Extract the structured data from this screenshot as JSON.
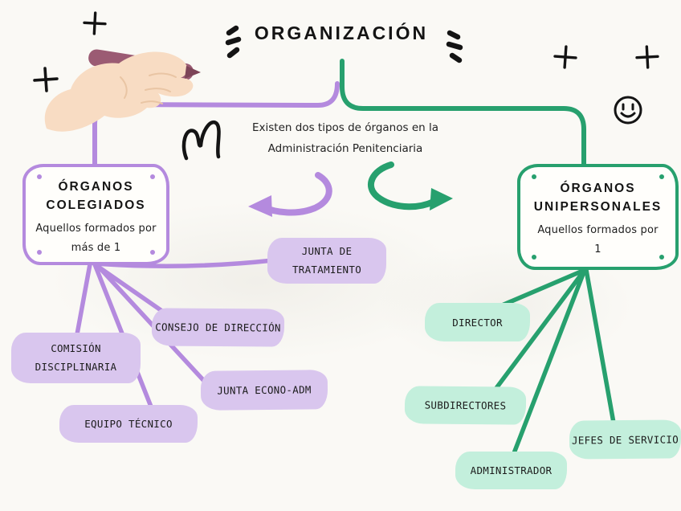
{
  "title": "ORGANIZACIÓN",
  "intro": {
    "line1": "Existen dos tipos de órganos en la",
    "line2": "Administración Penitenciaria"
  },
  "left_branch": {
    "heading_line1": "ÓRGANOS",
    "heading_line2": "COLEGIADOS",
    "description_line1": "Aquellos formados por",
    "description_line2": "más de 1",
    "children": [
      {
        "label": "JUNTA DE TRATAMIENTO"
      },
      {
        "label": "CONSEJO DE DIRECCIÓN"
      },
      {
        "label": "COMISIÓN DISCIPLINARIA"
      },
      {
        "label": "JUNTA ECONO-ADM"
      },
      {
        "label": "EQUIPO TÉCNICO"
      }
    ]
  },
  "right_branch": {
    "heading_line1": "ÓRGANOS",
    "heading_line2": "UNIPERSONALES",
    "description_line1": "Aquellos formados por",
    "description_line2": "1",
    "children": [
      {
        "label": "DIRECTOR"
      },
      {
        "label": "SUBDIRECTORES"
      },
      {
        "label": "ADMINISTRADOR"
      },
      {
        "label": "JEFES DE SERVICIO"
      }
    ]
  },
  "colors": {
    "purple_line": "#b48ade",
    "purple_fill": "#d9c6ee",
    "green_line": "#27a06e",
    "green_fill": "#c3efdc",
    "ink": "#161616",
    "background": "#faf9f5",
    "hand_skin": "#f8dcc3",
    "pen_body": "#9b5b73"
  },
  "decor": {
    "smiley_icon": "☺",
    "plus_icon": "+",
    "emphasis_icon": "≡",
    "squiggle_icon": "〰",
    "hand_pen_illustration": "hand holding pen",
    "arrow_left_icon": "curved arrow pointing left",
    "arrow_right_icon": "curved arrow pointing right"
  }
}
